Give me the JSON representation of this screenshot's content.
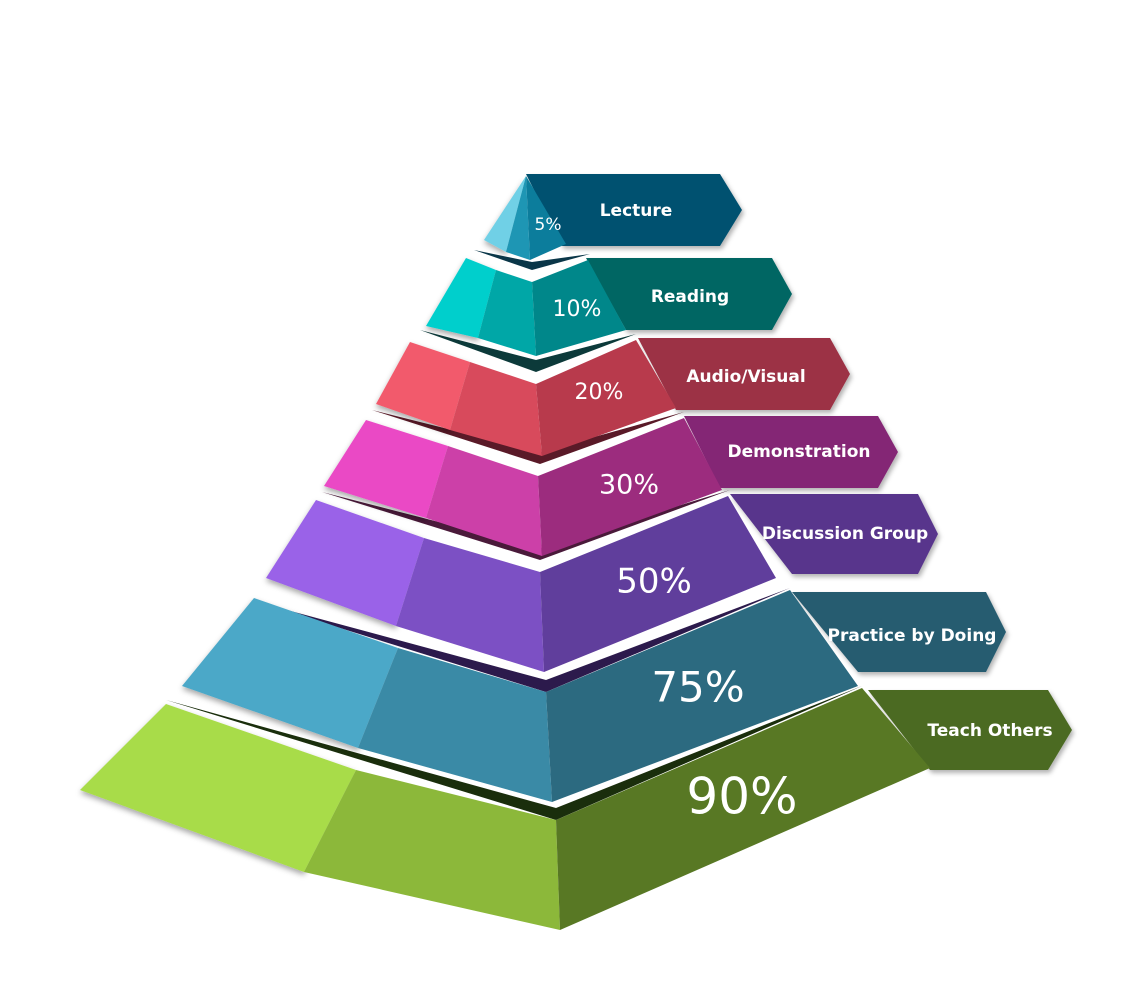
{
  "pyramid": {
    "levels": [
      {
        "id": "lecture",
        "label": "Lecture",
        "percent_label": "5%",
        "percent": 5,
        "colors": {
          "left": "#6fd0e6",
          "middle": "#1e96b4",
          "right": "#0c7d9c",
          "tab": "#00516f"
        }
      },
      {
        "id": "reading",
        "label": "Reading",
        "percent_label": "10%",
        "percent": 10,
        "colors": {
          "left": "#00cfcc",
          "middle": "#00a7a7",
          "right": "#00878a",
          "tab": "#006663"
        }
      },
      {
        "id": "audio-visual",
        "label": "Audio/Visual",
        "percent_label": "20%",
        "percent": 20,
        "colors": {
          "left": "#f25a6c",
          "middle": "#d84a5c",
          "right": "#b83a4c",
          "tab": "#9c3344"
        }
      },
      {
        "id": "demonstration",
        "label": "Demonstration",
        "percent_label": "30%",
        "percent": 30,
        "colors": {
          "left": "#ea4ac5",
          "middle": "#cc40a8",
          "right": "#9c2c7e",
          "tab": "#842874"
        }
      },
      {
        "id": "discussion-group",
        "label": "Discussion Group",
        "percent_label": "50%",
        "percent": 50,
        "colors": {
          "left": "#9a62e8",
          "middle": "#7c50c4",
          "right": "#603e9c",
          "tab": "#58368c"
        }
      },
      {
        "id": "practice-by-doing",
        "label": "Practice by Doing",
        "percent_label": "75%",
        "percent": 75,
        "colors": {
          "left": "#4ba8c8",
          "middle": "#3a8aa6",
          "right": "#2c6a80",
          "tab": "#285c70"
        }
      },
      {
        "id": "teach-others",
        "label": "Teach Others",
        "percent_label": "90%",
        "percent": 90,
        "colors": {
          "left": "#a8dc48",
          "middle": "#8cb83a",
          "right": "#587824",
          "tab": "#4c6a20"
        }
      }
    ]
  }
}
